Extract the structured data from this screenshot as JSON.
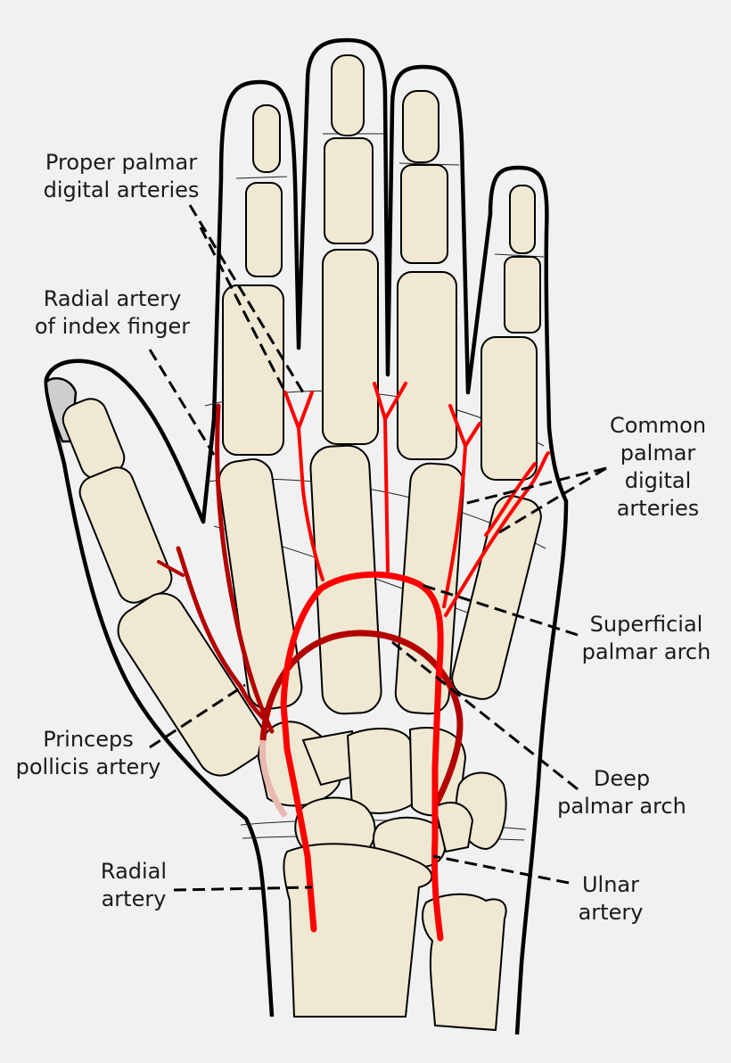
{
  "colors": {
    "bone": "#efe8d2",
    "outline": "#000000",
    "artery": "#ff0000",
    "deep_artery": "#b30000",
    "background": "#f1f1f1"
  },
  "labels": {
    "proper_palmar": [
      "Proper palmar",
      "digital arteries"
    ],
    "radial_index": [
      "Radial artery",
      "of index finger"
    ],
    "common_palmar": [
      "Common",
      "palmar",
      "digital",
      "arteries"
    ],
    "superficial_arch": [
      "Superficial",
      "palmar arch"
    ],
    "princeps": [
      "Princeps",
      "pollicis artery"
    ],
    "deep_arch": [
      "Deep",
      "palmar arch"
    ],
    "radial_artery": [
      "Radial",
      "artery"
    ],
    "ulnar_artery": [
      "Ulnar",
      "artery"
    ]
  }
}
